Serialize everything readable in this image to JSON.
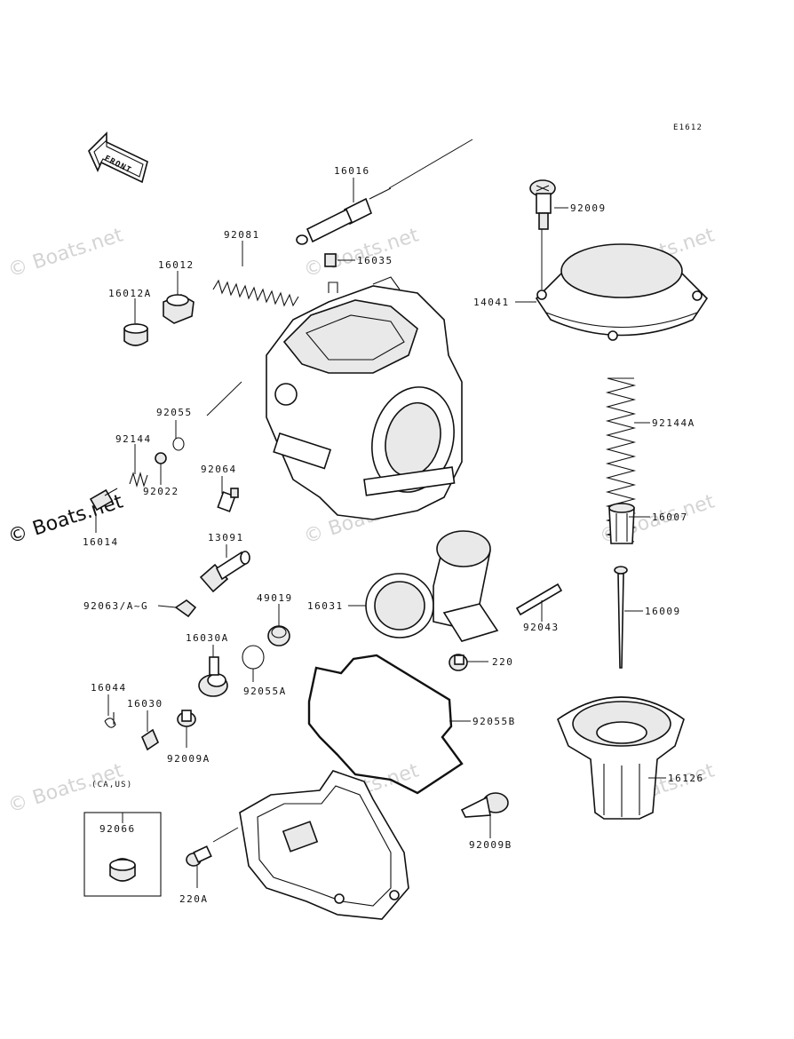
{
  "diagram_code": "E1612",
  "front_arrow_label": "FRONT",
  "watermark_text": "© Boats.net",
  "region_note": "(CA,US)",
  "parts": {
    "p16016": "16016",
    "p92081": "92081",
    "p16012": "16012",
    "p16012A": "16012A",
    "p16035": "16035",
    "p92009": "92009",
    "p14041": "14041",
    "p92055": "92055",
    "p92144": "92144",
    "p92022": "92022",
    "p92064": "92064",
    "p16014": "16014",
    "p92144A": "92144A",
    "p16007": "16007",
    "p13091": "13091",
    "p92063": "92063/A~G",
    "p49019": "49019",
    "p16031": "16031",
    "p92043": "92043",
    "p16009": "16009",
    "p16030A": "16030A",
    "p220": "220",
    "p92055A": "92055A",
    "p16044": "16044",
    "p16030": "16030",
    "p92055B": "92055B",
    "p92009A": "92009A",
    "p16126": "16126",
    "p92066": "92066",
    "p92009B": "92009B",
    "p220A": "220A"
  },
  "colors": {
    "line": "#111111",
    "watermark": "#d4d4d4",
    "fill_light": "#e9e9e9"
  }
}
